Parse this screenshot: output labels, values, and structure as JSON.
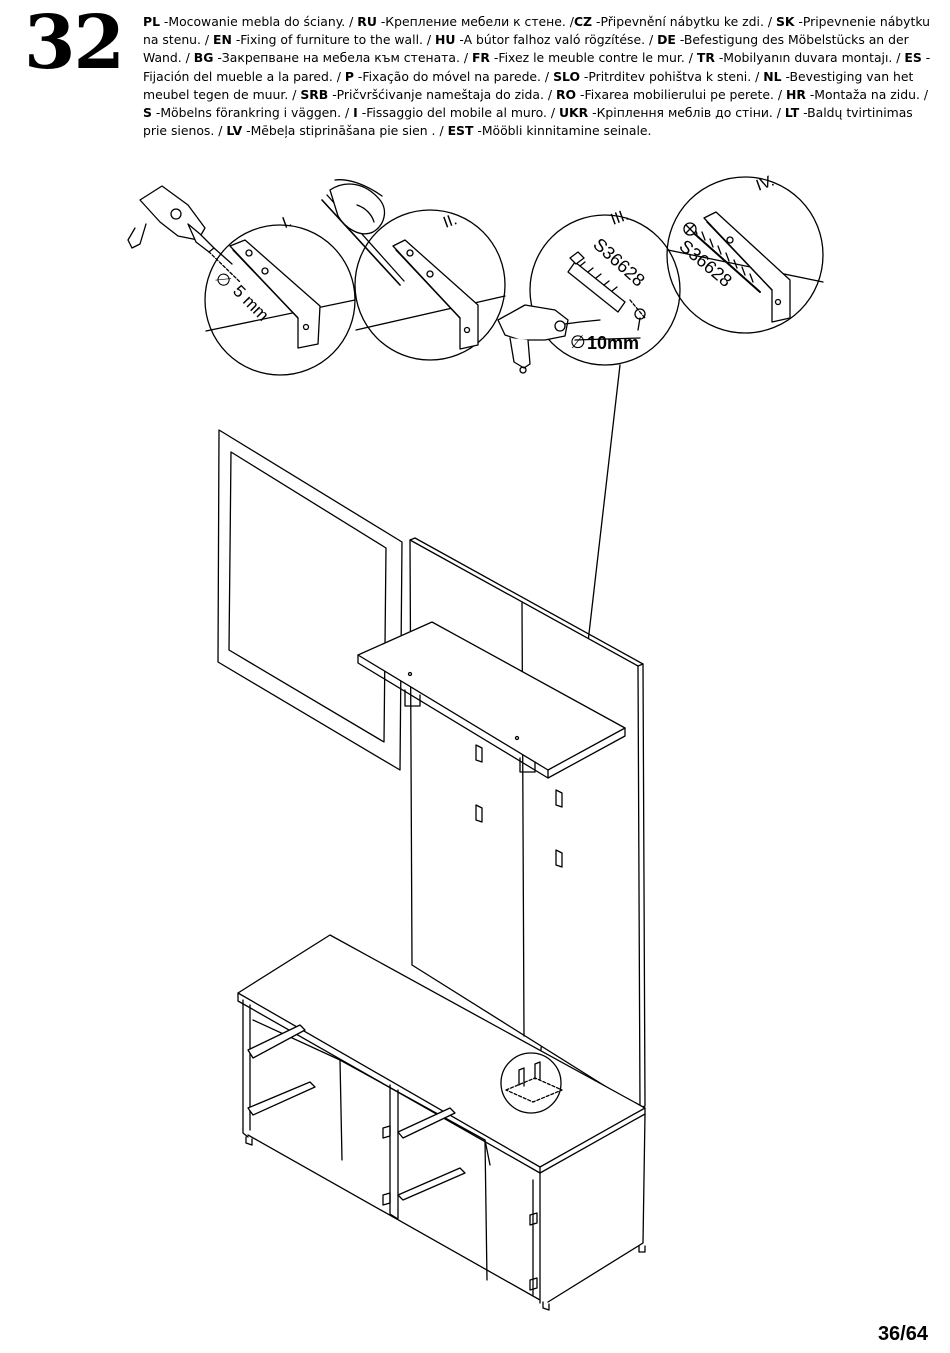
{
  "step": {
    "number": "32"
  },
  "instructions": [
    {
      "code": "PL",
      "text": " -Mocowanie mebla do ściany. / "
    },
    {
      "code": "RU",
      "text": " -Крепление мебели к стене. /"
    },
    {
      "code": "CZ",
      "text": " -Připevnění nábytku ke zdi. / "
    },
    {
      "code": "SK",
      "text": " -Pripevnenie nábytku na stenu. / "
    },
    {
      "code": "EN",
      "text": " -Fixing of furniture to the wall. / "
    },
    {
      "code": "HU",
      "text": " -A bútor falhoz való rögzítése. / "
    },
    {
      "code": "DE",
      "text": " -Befestigung des Möbelstücks an der Wand. / "
    },
    {
      "code": "BG",
      "text": " -Закрепване на мебела към стената. / "
    },
    {
      "code": "FR",
      "text": " -Fixez le meuble contre le mur. / "
    },
    {
      "code": "TR",
      "text": " -Mobilyanın duvara montajı. / "
    },
    {
      "code": "ES",
      "text": " -Fijación del mueble a la pared. / "
    },
    {
      "code": "P",
      "text": " -Fixação do móvel na parede. / "
    },
    {
      "code": "SLO",
      "text": " -Pritrditev pohištva k steni. / "
    },
    {
      "code": "NL",
      "text": " -Bevestiging van het meubel tegen de muur. / "
    },
    {
      "code": "SRB",
      "text": " -Pričvršćivanje nameštaja do zida. / "
    },
    {
      "code": "RO",
      "text": " -Fixarea mobilierului pe perete. / "
    },
    {
      "code": "HR",
      "text": " -Montaža na zidu. / "
    },
    {
      "code": "S",
      "text": " -Möbelns förankring i väggen. / "
    },
    {
      "code": "I",
      "text": " -Fissaggio del mobile al muro. / "
    },
    {
      "code": "UKR",
      "text": " -Кріплення меблів до стіни. / "
    },
    {
      "code": "LT",
      "text": " -Baldų tvirtinimas prie sienos. / "
    },
    {
      "code": "LV",
      "text": " -Mēbeļa stiprināšana pie sien . / "
    },
    {
      "code": "EST",
      "text": " -Mööbli kinnitamine seinale."
    }
  ],
  "details": {
    "step1_label": "I.",
    "step2_label": "II.",
    "step3_label": "III.",
    "step4_label": "IV.",
    "drill_small": "5 mm",
    "drill_large": "10mm",
    "part_code_plug": "S36628",
    "part_code_screw": "S36628",
    "diameter_symbol": "∅"
  },
  "page": {
    "number": "36/64"
  }
}
